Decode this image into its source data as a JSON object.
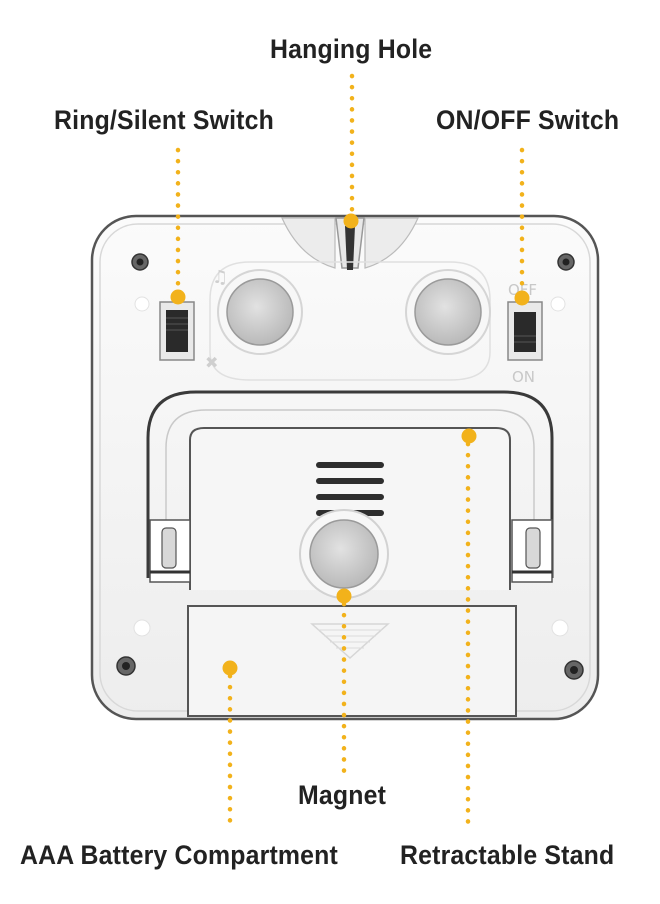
{
  "labels": {
    "hanging_hole": "Hanging Hole",
    "ring_silent_switch": "Ring/Silent Switch",
    "on_off_switch": "ON/OFF Switch",
    "magnet": "Magnet",
    "battery_compartment": "AAA Battery Compartment",
    "retractable_stand": "Retractable Stand"
  },
  "device": {
    "switch_top_text": "OFF",
    "switch_bottom_text": "ON"
  },
  "colors": {
    "leader_accent": "#F2B21B",
    "device_body": "#F4F4F4",
    "device_outline": "#444444",
    "label_text": "#222222"
  }
}
